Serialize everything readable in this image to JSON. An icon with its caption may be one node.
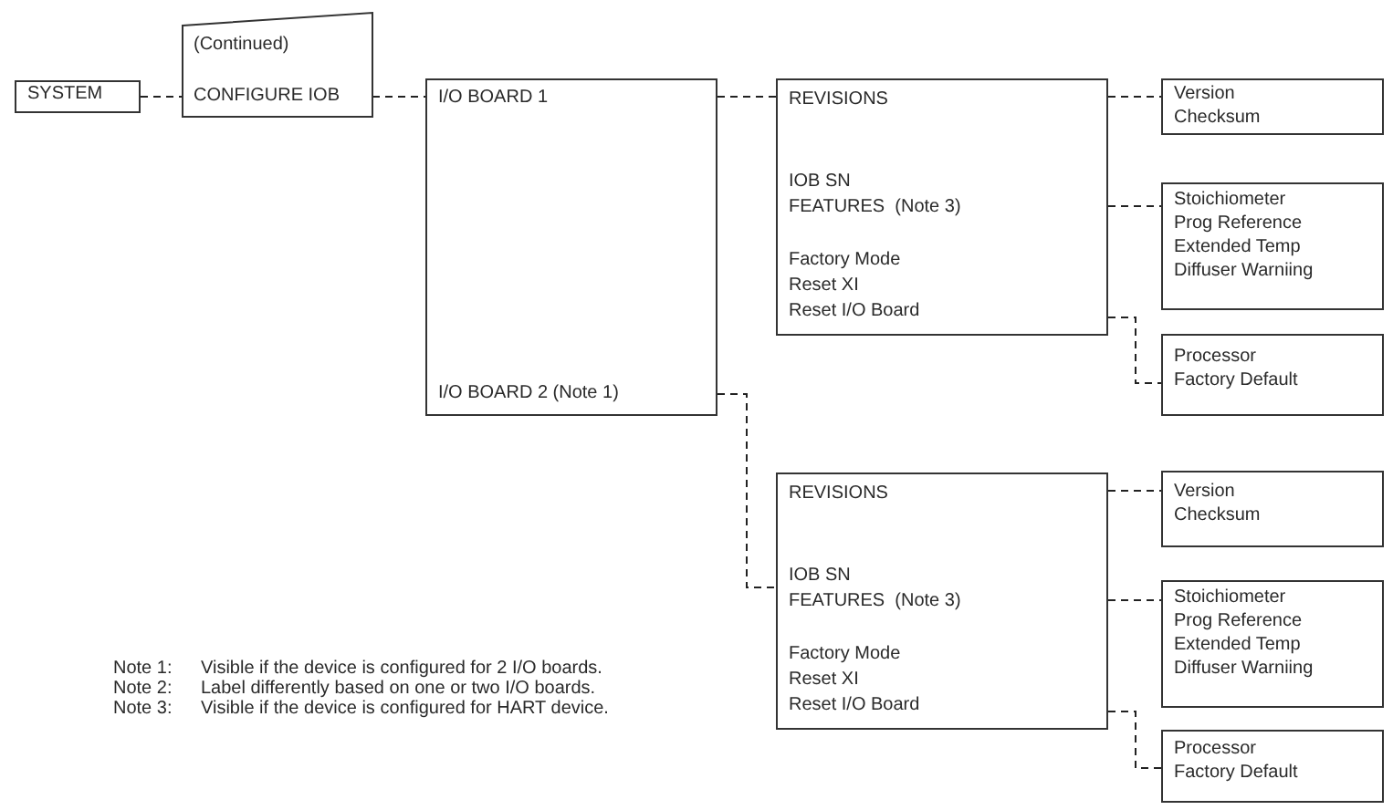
{
  "diagram": {
    "nodes": [
      {
        "text": [
          "SYSTEM"
        ]
      },
      {
        "text": [
          "(Continued)",
          "CONFIGURE IOB"
        ]
      },
      {
        "text": [
          "I/O BOARD 1",
          "I/O BOARD 2 (Note 1)"
        ]
      },
      {
        "text": [
          "REVISIONS",
          "IOB SN",
          "FEATURES  (Note 3)",
          "Factory Mode",
          "Reset XI",
          "Reset I/O Board"
        ]
      },
      {
        "text": [
          "Version",
          "Checksum"
        ]
      },
      {
        "text": [
          "Stoichiometer",
          "Prog Reference",
          "Extended Temp",
          "Diffuser Warniing"
        ]
      },
      {
        "text": [
          "Processor",
          "Factory Default"
        ]
      },
      {
        "text": [
          "REVISIONS",
          "IOB SN",
          "FEATURES  (Note 3)",
          "Factory Mode",
          "Reset XI",
          "Reset I/O Board"
        ]
      },
      {
        "text": [
          "Version",
          "Checksum"
        ]
      },
      {
        "text": [
          "Stoichiometer",
          "Prog Reference",
          "Extended Temp",
          "Diffuser Warniing"
        ]
      },
      {
        "text": [
          "Processor",
          "Factory Default"
        ]
      }
    ],
    "edges": [
      {
        "from": 0,
        "to": 1,
        "arrow": "none",
        "style": "dashed"
      },
      {
        "from": 1,
        "to": 2,
        "arrow": "none",
        "style": "dashed"
      },
      {
        "from": 2,
        "to": 3,
        "arrow": "none",
        "style": "dashed"
      },
      {
        "from": 2,
        "to": 7,
        "arrow": "none",
        "style": "dashed"
      },
      {
        "from": 3,
        "to": 4,
        "arrow": "none",
        "style": "dashed"
      },
      {
        "from": 3,
        "to": 5,
        "arrow": "none",
        "style": "dashed"
      },
      {
        "from": 3,
        "to": 6,
        "arrow": "none",
        "style": "dashed"
      },
      {
        "from": 7,
        "to": 8,
        "arrow": "none",
        "style": "dashed"
      },
      {
        "from": 7,
        "to": 9,
        "arrow": "none",
        "style": "dashed"
      },
      {
        "from": 7,
        "to": 10,
        "arrow": "none",
        "style": "dashed"
      }
    ],
    "labels": [
      "Note 1:",
      "Visible if the device is configured for 2 I/O boards.",
      "Note 2:",
      "Label differently based on one or two I/O boards.",
      "Note 3:",
      "Visible if the device is configured for HART device."
    ]
  }
}
